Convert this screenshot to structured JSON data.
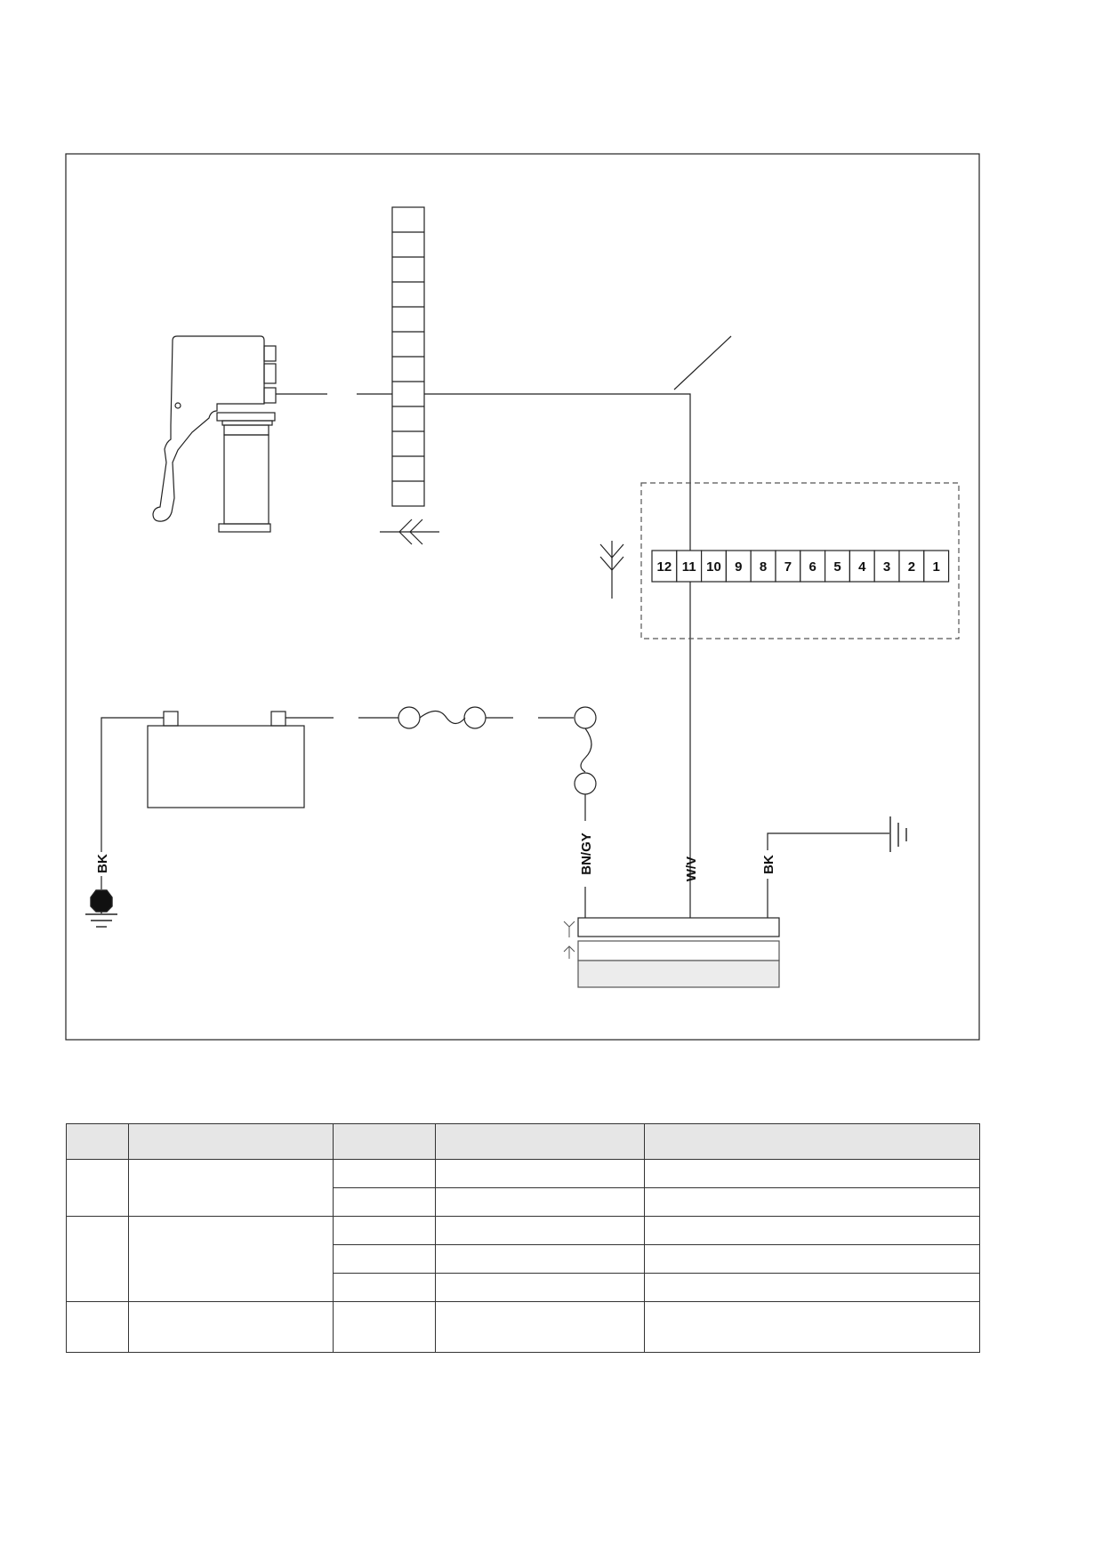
{
  "connector_pins": [
    "12",
    "11",
    "10",
    "9",
    "8",
    "7",
    "6",
    "5",
    "4",
    "3",
    "2",
    "1"
  ],
  "wire_labels": {
    "battery_ground": "BK",
    "fuse_output": "BN/GY",
    "switch_signal": "W/V",
    "module_ground": "BK"
  },
  "colors": {
    "line": "#222222",
    "module_shade": "#ececec",
    "table_header": "#e6e6e6"
  },
  "icons": [
    "brake-lever-switch",
    "multi-pin-connector",
    "battery",
    "fuse",
    "ground-symbol",
    "module"
  ]
}
